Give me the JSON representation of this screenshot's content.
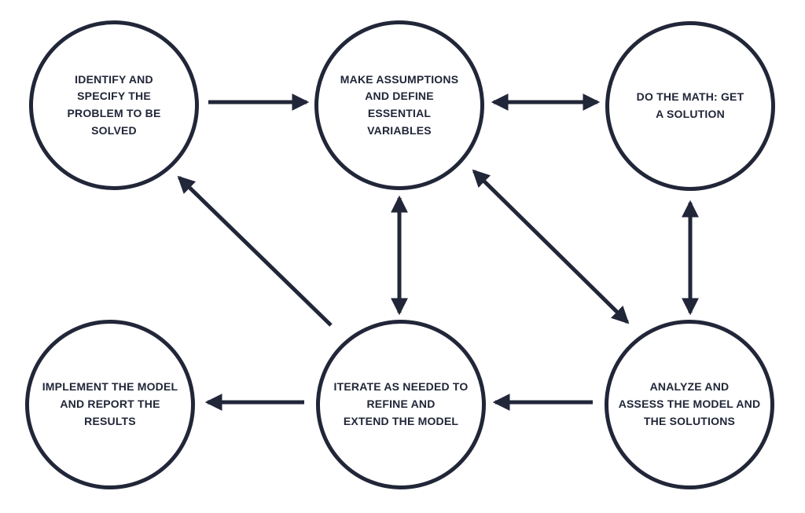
{
  "diagram": {
    "colors": {
      "stroke": "#212638",
      "background": "#ffffff"
    },
    "nodes": {
      "identify": {
        "label": "IDENTIFY AND\nSPECIFY THE\nPROBLEM TO BE\nSOLVED"
      },
      "assume": {
        "label": "MAKE ASSUMPTIONS\nAND DEFINE\nESSENTIAL\nVARIABLES"
      },
      "math": {
        "label": "DO THE MATH: GET\nA SOLUTION"
      },
      "implement": {
        "label": "IMPLEMENT THE MODEL\nAND REPORT THE\nRESULTS"
      },
      "iterate": {
        "label": "ITERATE AS NEEDED TO\nREFINE AND\nEXTEND THE MODEL"
      },
      "analyze": {
        "label": "ANALYZE AND\nASSESS THE MODEL  AND\nTHE SOLUTIONS"
      }
    },
    "edges": [
      {
        "id": "identify-to-assume",
        "from": "identify",
        "to": "assume",
        "arrows": "single"
      },
      {
        "id": "assume-math",
        "from": "assume",
        "to": "math",
        "arrows": "double"
      },
      {
        "id": "assume-iterate",
        "from": "assume",
        "to": "iterate",
        "arrows": "double"
      },
      {
        "id": "math-analyze",
        "from": "math",
        "to": "analyze",
        "arrows": "double"
      },
      {
        "id": "assume-analyze",
        "from": "assume",
        "to": "analyze",
        "arrows": "double"
      },
      {
        "id": "iterate-to-identify",
        "from": "iterate",
        "to": "identify",
        "arrows": "single"
      },
      {
        "id": "analyze-to-iterate",
        "from": "analyze",
        "to": "iterate",
        "arrows": "single"
      },
      {
        "id": "iterate-to-implement",
        "from": "iterate",
        "to": "implement",
        "arrows": "single"
      }
    ]
  }
}
